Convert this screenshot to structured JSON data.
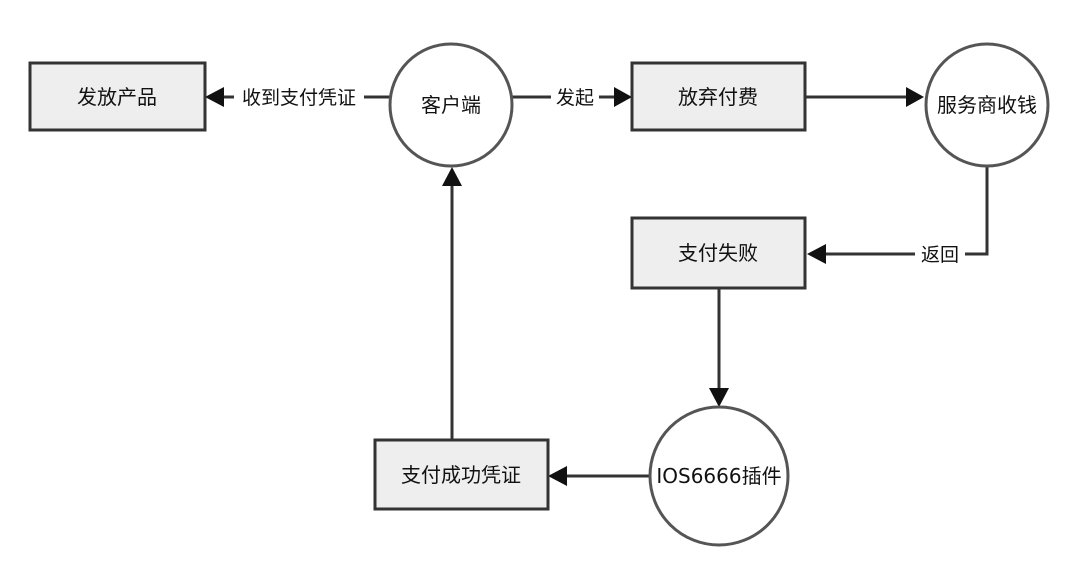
{
  "nodes": {
    "issue_product": "发放产品",
    "client": "客户端",
    "abandon_payment": "放弃付费",
    "provider_collect": "服务商收钱",
    "payment_failed": "支付失败",
    "ios_plugin": "IOS6666插件",
    "payment_success_receipt": "支付成功凭证"
  },
  "edges": {
    "receive_receipt": "收到支付凭证",
    "initiate": "发起",
    "return": "返回"
  }
}
